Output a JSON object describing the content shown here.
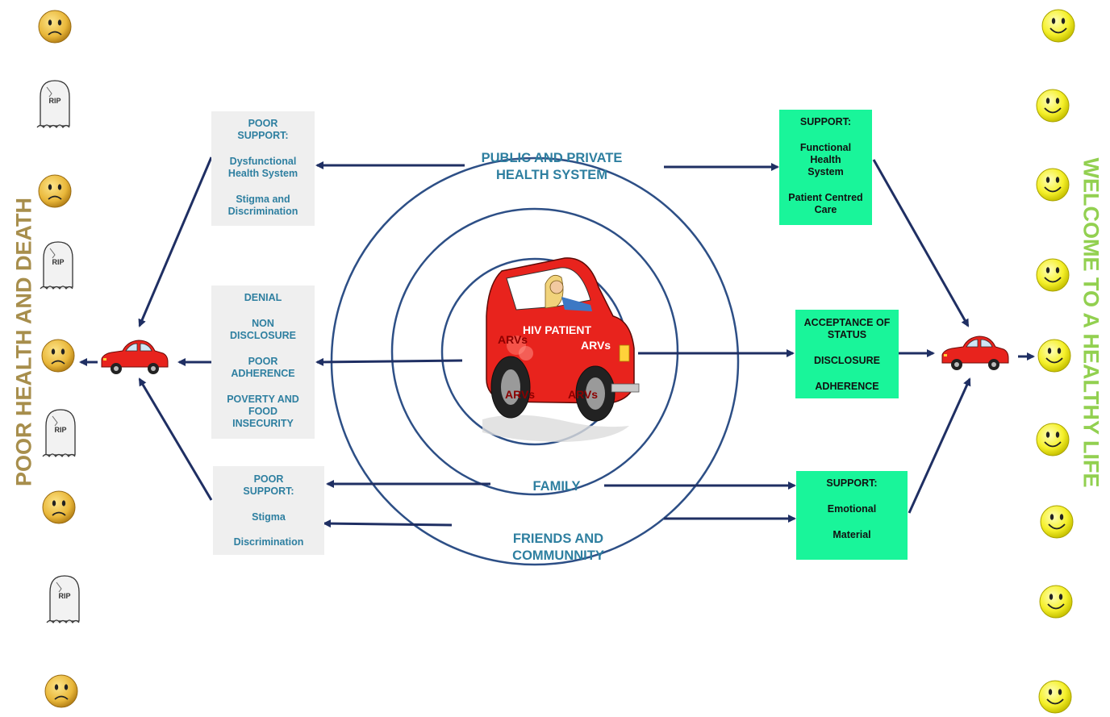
{
  "colors": {
    "arrow": "#1f2f63",
    "circle": "#2d4f86",
    "label_blue": "#2e7fa0",
    "left_title": "#a78e4c",
    "right_title": "#92d050",
    "grey_box": "#efefef",
    "green_box": "#19f59a"
  },
  "left_title": "POOR HEALTH AND DEATH",
  "right_title": "WELCOME TO A HEALTHY LIFE",
  "rings": {
    "outer": "PUBLIC AND PRIVATE HEALTH SYSTEM",
    "family": "FAMILY",
    "friends": "FRIENDS AND COMMUNNITY"
  },
  "center_car": {
    "patient": "HIV PATIENT",
    "arv": "ARVs"
  },
  "left_boxes": {
    "health": [
      "POOR SUPPORT:",
      "Dysfunctional Health System",
      "Stigma and Discrimination"
    ],
    "personal": [
      "DENIAL",
      "NON DISCLOSURE",
      "POOR ADHERENCE",
      "POVERTY AND FOOD INSECURITY"
    ],
    "family": [
      "POOR SUPPORT:",
      "Stigma",
      "Discrimination"
    ]
  },
  "right_boxes": {
    "health": [
      "SUPPORT:",
      "Functional Health System",
      "Patient Centred Care"
    ],
    "personal": [
      "ACCEPTANCE OF STATUS",
      "DISCLOSURE",
      "ADHERENCE"
    ],
    "family": [
      "SUPPORT:",
      "Emotional",
      "Material"
    ]
  },
  "icons": {
    "left_column": [
      "sad-face-icon",
      "tombstone-icon",
      "sad-face-icon",
      "tombstone-icon",
      "sad-face-icon",
      "tombstone-icon",
      "sad-face-icon",
      "tombstone-icon",
      "sad-face-icon"
    ],
    "right_column": [
      "smiley-face-icon",
      "smiley-face-icon",
      "smiley-face-icon",
      "smiley-face-icon",
      "smiley-face-icon",
      "smiley-face-icon",
      "smiley-face-icon",
      "smiley-face-icon",
      "smiley-face-icon"
    ],
    "tombstone_text": "RIP"
  }
}
